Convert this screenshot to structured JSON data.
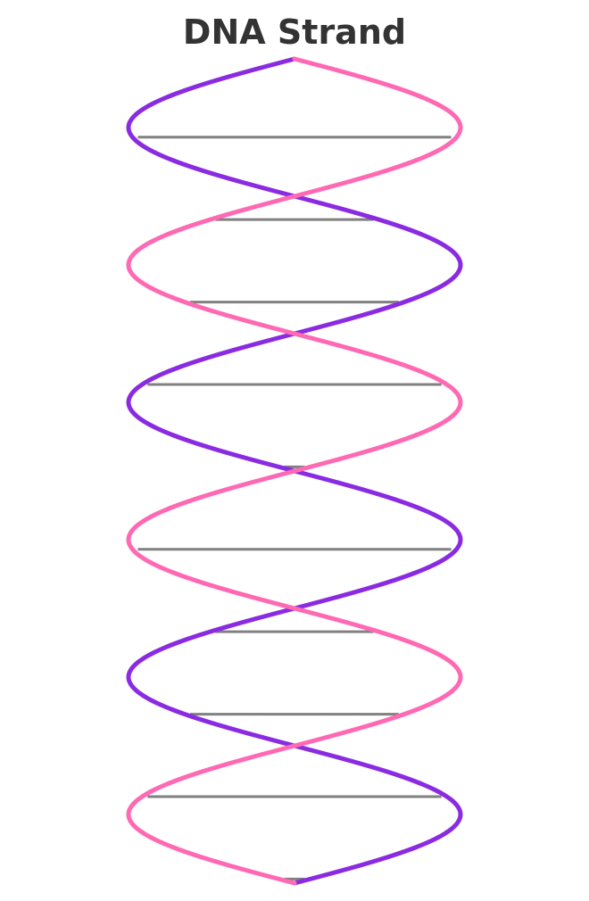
{
  "diagram": {
    "title": "DNA Strand",
    "structure": "double-helix",
    "turns": 3,
    "base_pair_rungs": 10,
    "colors": {
      "strand_a": "#8a2be2",
      "strand_b": "#ff69b4",
      "base_pair": "#808080",
      "title": "#333333",
      "background": "#ffffff"
    }
  }
}
